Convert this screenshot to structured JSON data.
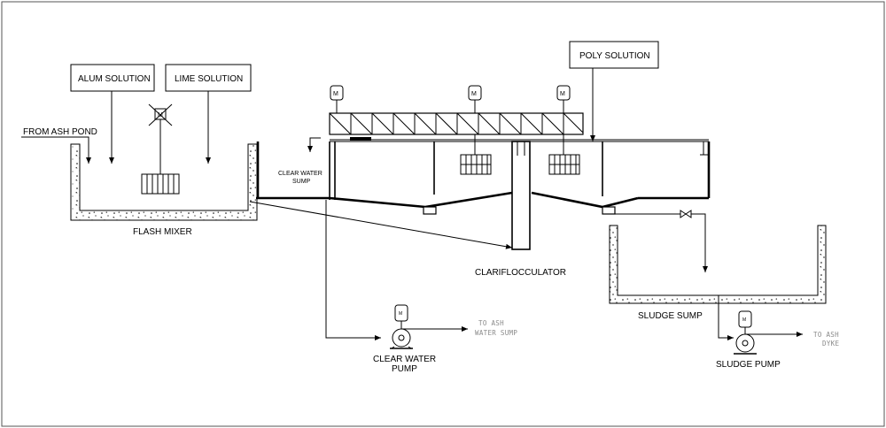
{
  "labels": {
    "alum_solution": "ALUM SOLUTION",
    "lime_solution": "LIME SOLUTION",
    "poly_solution": "POLY SOLUTION",
    "from_ash_pond": "FROM ASH POND",
    "flash_mixer": "FLASH  MIXER",
    "clear_water_sump_line1": "CLEAR WATER",
    "clear_water_sump_line2": "SUMP",
    "clariflocculator": "CLARIFLOCCULATOR",
    "sludge_sump": "SLUDGE SUMP",
    "clear_water_pump_line1": "CLEAR WATER",
    "clear_water_pump_line2": "PUMP",
    "to_ash_water_sump_line1": "TO ASH",
    "to_ash_water_sump_line2": "WATER SUMP",
    "sludge_pump": "SLUDGE PUMP",
    "to_ash_dyke_line1": "TO ASH",
    "to_ash_dyke_line2": "DYKE"
  },
  "motor_symbol": "M",
  "colors": {
    "line": "#000000",
    "secondary_text": "#8a8a8a",
    "background": "#ffffff"
  }
}
